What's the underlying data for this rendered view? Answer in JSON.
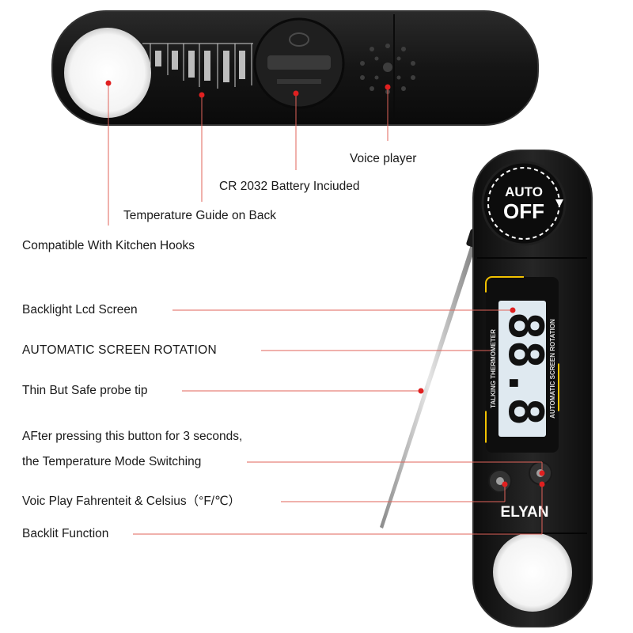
{
  "device": {
    "brand": "ELYAN",
    "auto_label": "AUTO",
    "off_label": "OFF",
    "lcd_digits": "88.8",
    "side_left": "TALKING THERMOMETER",
    "side_right": "AUTOMATIC SCREEN ROTATION"
  },
  "callouts": {
    "voice_player": "Voice player",
    "battery": "CR 2032 Battery Inciuded",
    "temp_guide": "Temperature Guide on Back",
    "hooks": "Compatible With Kitchen Hooks",
    "backlight_lcd": "Backlight Lcd Screen",
    "auto_rotation": "AUTOMATIC SCREEN ROTATION",
    "probe_tip": "Thin But Safe probe tip",
    "mode_switch_line1": "AFter pressing this button for 3 seconds,",
    "mode_switch_line2": "the Temperature Mode Switching",
    "voice_play": "Voic Play Fahrenteit & Celsius（°F/℃）",
    "backlit": "Backlit Function"
  },
  "colors": {
    "body": "#141414",
    "accent_line": "#e0635a",
    "dot": "#e02020",
    "lcd": "#dfe9f0",
    "lcd_frame": "#f2c200"
  }
}
